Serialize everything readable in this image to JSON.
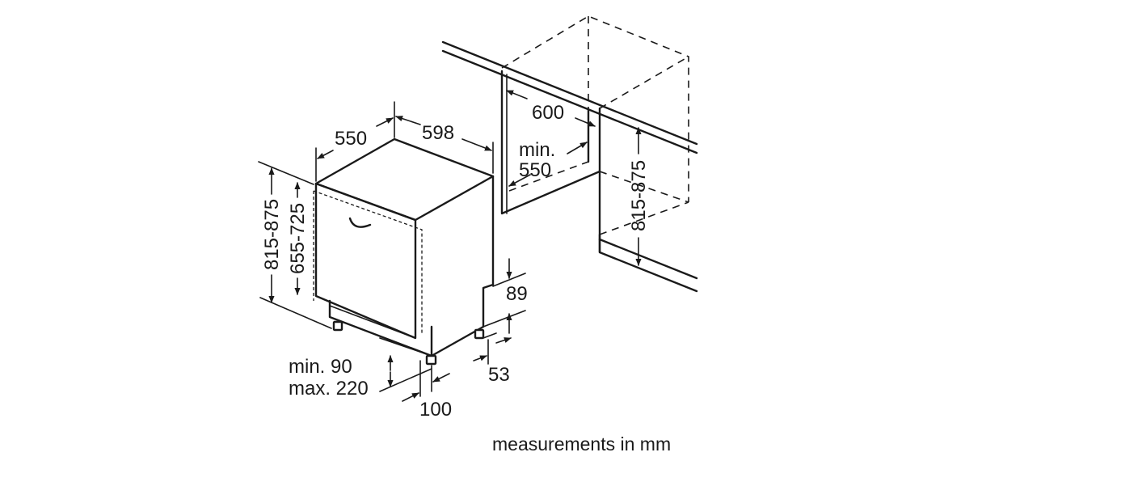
{
  "dimensions": {
    "width_top": "598",
    "depth_top": "550",
    "height_left_outer": "815-875",
    "height_left_inner": "655-725",
    "plinth_height": "89",
    "foot_offset": "53",
    "plinth_range_line1": "min. 90",
    "plinth_range_line2": "max. 220",
    "toe_recess": "100",
    "niche_width": "600",
    "niche_depth_line1": "min.",
    "niche_depth_line2": "550",
    "niche_height": "815-875"
  },
  "caption": "measurements in mm",
  "colors": {
    "line": "#1a1a1a",
    "background": "#ffffff"
  }
}
